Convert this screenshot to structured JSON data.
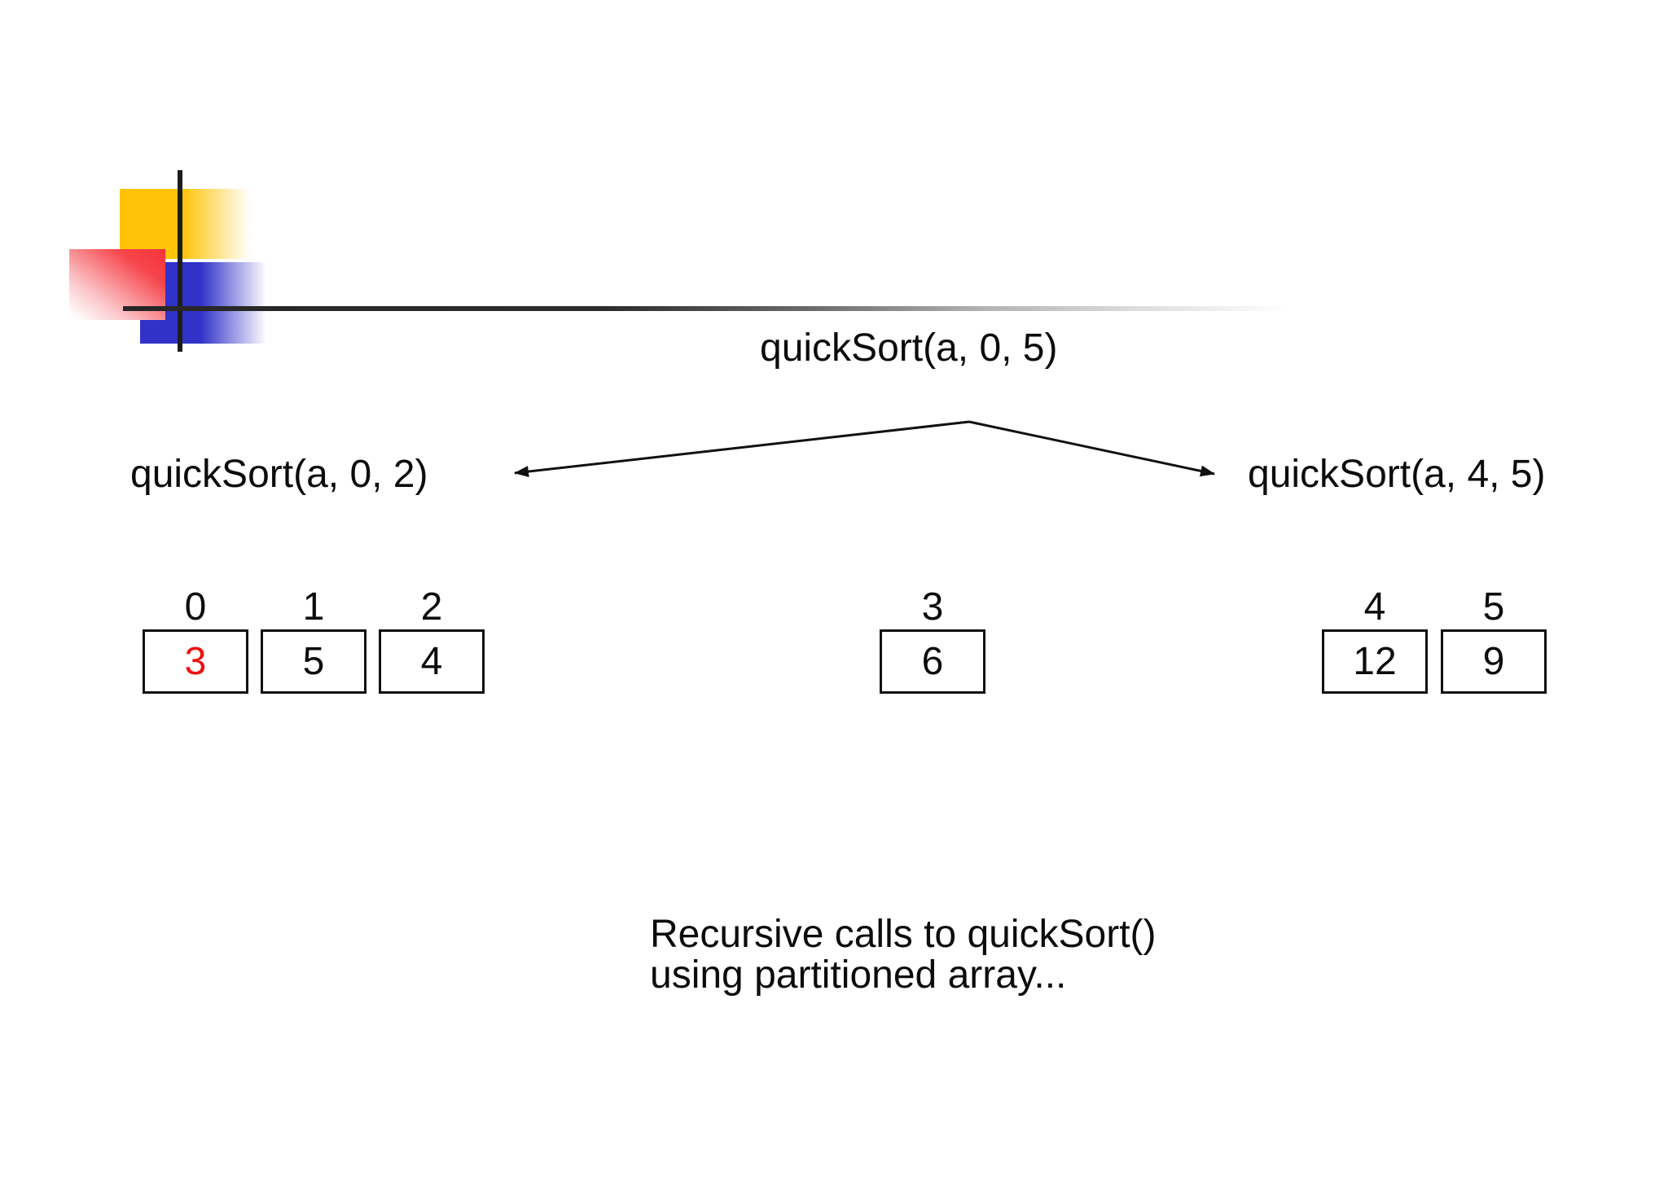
{
  "slide": {
    "root_call": "quickSort(a, 0, 5)",
    "left_call": "quickSort(a, 0, 2)",
    "right_call": "quickSort(a, 4, 5)",
    "caption_line1": "Recursive calls to quickSort()",
    "caption_line2": "using partitioned array..."
  },
  "array": {
    "cells": [
      {
        "index": "0",
        "value": "3",
        "color": "#ee1111"
      },
      {
        "index": "1",
        "value": "5"
      },
      {
        "index": "2",
        "value": "4"
      },
      {
        "index": "3",
        "value": "6"
      },
      {
        "index": "4",
        "value": "12"
      },
      {
        "index": "5",
        "value": "9"
      }
    ]
  },
  "decor": {
    "logo_yellow": "#ffc408",
    "logo_red": "#f5333a",
    "logo_blue": "#3132c8",
    "rule_color": "#1c1c1c",
    "highlight_red": "#ee1111"
  }
}
